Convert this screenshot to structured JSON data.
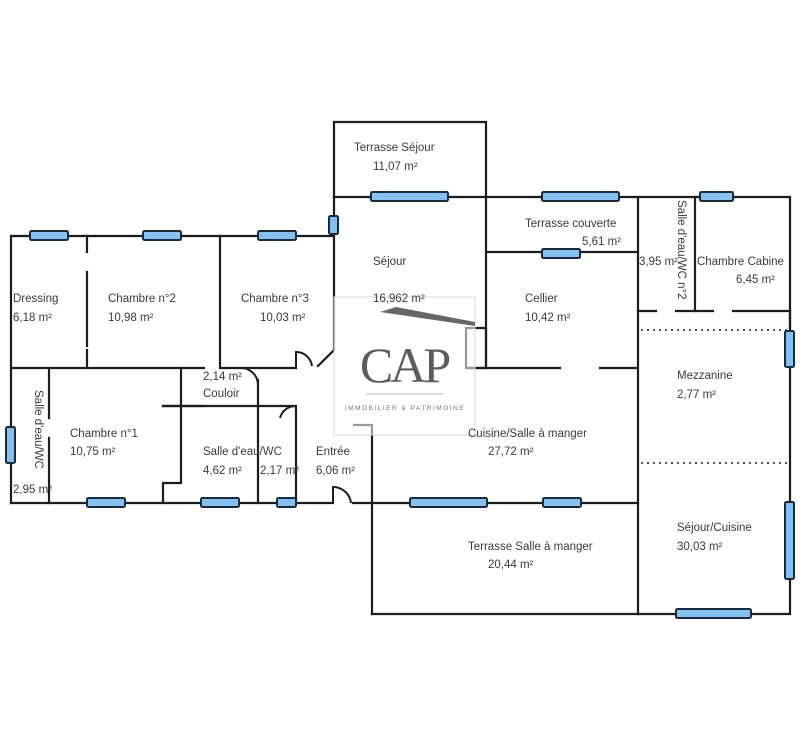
{
  "plan": {
    "type": "floor-plan",
    "colors": {
      "wall": "#1c1c1c",
      "window_fill": "#85c1f0",
      "window_stroke": "#1b2a3a",
      "text": "#3a3a3a",
      "logo": "#5c5c5c"
    },
    "rooms": [
      {
        "id": "terrasse-sejour",
        "name": "Terrasse Séjour",
        "area": "11,07  m²"
      },
      {
        "id": "terrasse-couverte",
        "name": "Terrasse couverte",
        "area": "5,61  m²"
      },
      {
        "id": "salle-deau-wc-2",
        "name": "Salle d'eau/WC n°2",
        "area": "3,95  m²"
      },
      {
        "id": "chambre-cabine",
        "name": "Chambre Cabine",
        "area": "6,45  m²"
      },
      {
        "id": "dressing",
        "name": "Dressing",
        "area": "6,18  m²"
      },
      {
        "id": "chambre-2",
        "name": "Chambre n°2",
        "area": "10,98  m²"
      },
      {
        "id": "chambre-3",
        "name": "Chambre n°3",
        "area": "10,03  m²"
      },
      {
        "id": "sejour",
        "name": "Séjour",
        "area": "16,962  m²"
      },
      {
        "id": "cellier",
        "name": "Cellier",
        "area": "10,42  m²"
      },
      {
        "id": "mezzanine",
        "name": "Mezzanine",
        "area": "2,77  m²"
      },
      {
        "id": "salle-deau-wc-1",
        "name": "Salle d'eau/WC",
        "area": "2,95  m²"
      },
      {
        "id": "chambre-1",
        "name": "Chambre n°1",
        "area": "10,75  m²"
      },
      {
        "id": "couloir",
        "name": "Couloir",
        "area": "2,14  m²"
      },
      {
        "id": "salle-deau-wc",
        "name": "Salle d'eau/WC",
        "area": "4,62  m²"
      },
      {
        "id": "wc",
        "name": "",
        "area": "2,17  m²"
      },
      {
        "id": "entree",
        "name": "Entrée",
        "area": "6,06  m²"
      },
      {
        "id": "cuisine-salle-a-manger",
        "name": "Cuisine/Salle à manger",
        "area": "27,72  m²"
      },
      {
        "id": "terrasse-salle-a-manger",
        "name": "Terrasse Salle à manger",
        "area": "20,44  m²"
      },
      {
        "id": "sejour-cuisine",
        "name": "Séjour/Cuisine",
        "area": "30,03  m²"
      }
    ]
  },
  "logo": {
    "brand": "CAP",
    "tagline": "IMMOBILIER & PATRIMOINE"
  }
}
